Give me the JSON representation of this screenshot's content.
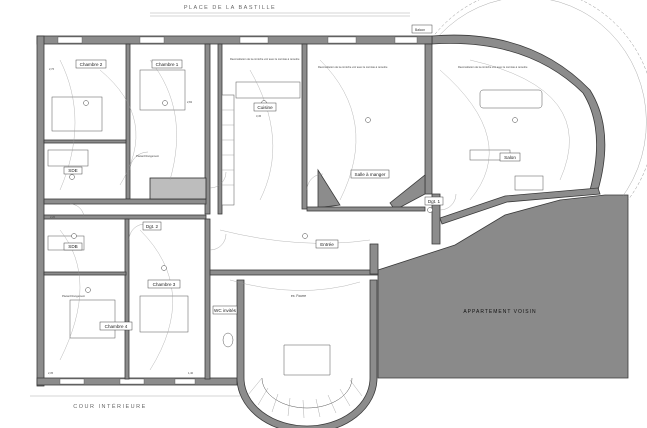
{
  "drawing": {
    "street": "PLACE DE LA BASTILLE",
    "courtyard": "COUR INTÉRIEURE",
    "neighbor": "APPARTEMENT VOISIN",
    "balcony": "Balcon",
    "ex_stair": "ex. Fourre"
  },
  "rooms": {
    "chambre1": "Chambre 1",
    "chambre2": "Chambre 2",
    "chambre3": "Chambre 3",
    "chambre4": "Chambre 4",
    "sdb_top": "SDE",
    "sdb_bottom": "SDB",
    "salon": "Salon",
    "salle_a_manger": "Salle à manger",
    "cuisine": "Cuisine",
    "entree": "Entrée",
    "dgt1": "Dgt. 1",
    "dgt2": "Dgt. 2",
    "wc": "WC invités"
  },
  "annotations": {
    "note_dining": "Reconstitution de la corniche voir avec le corniste à remettre",
    "note_kitchen": "Reconstitution de la corniche voir avec le corniste à remettre",
    "note_salon": "Reconstitution de la corniche voir avec le corniste à remettre",
    "placard1": "Placard Rangement",
    "placard2": "Placard Rangement",
    "dim1": "2,76",
    "dim2": "2,82",
    "dim3": "3,45",
    "dim4": "2,20",
    "dim5": "1,40",
    "dim6": "2,35"
  }
}
